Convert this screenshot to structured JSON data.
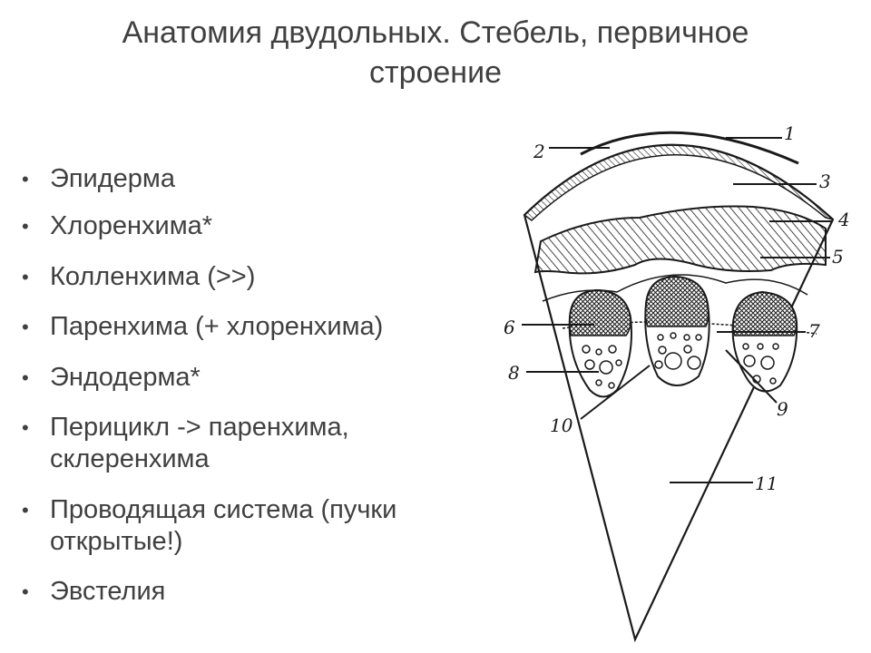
{
  "slide": {
    "title_line1": "Анатомия двудольных. Стебель, первичное",
    "title_line2": "строение",
    "bullets": [
      {
        "line1": "Эпидерма",
        "line2": ""
      },
      {
        "line1": "Хлоренхима*",
        "line2": ""
      },
      {
        "line1": "Колленхима (>>)",
        "line2": ""
      },
      {
        "line1": "Паренхима (+ хлоренхима)",
        "line2": ""
      },
      {
        "line1": "Эндодерма*",
        "line2": ""
      },
      {
        "line1": "Перицикл -> паренхима,",
        "line2": "склеренхима"
      },
      {
        "line1": "Проводящая система (пучки",
        "line2": "открытые!)"
      },
      {
        "line1": "Эвстелия",
        "line2": ""
      }
    ],
    "bullet_glyph": "•"
  },
  "diagram": {
    "labels": [
      "1",
      "2",
      "3",
      "4",
      "5",
      "6",
      "7",
      "8",
      "9",
      "10",
      "11"
    ]
  }
}
